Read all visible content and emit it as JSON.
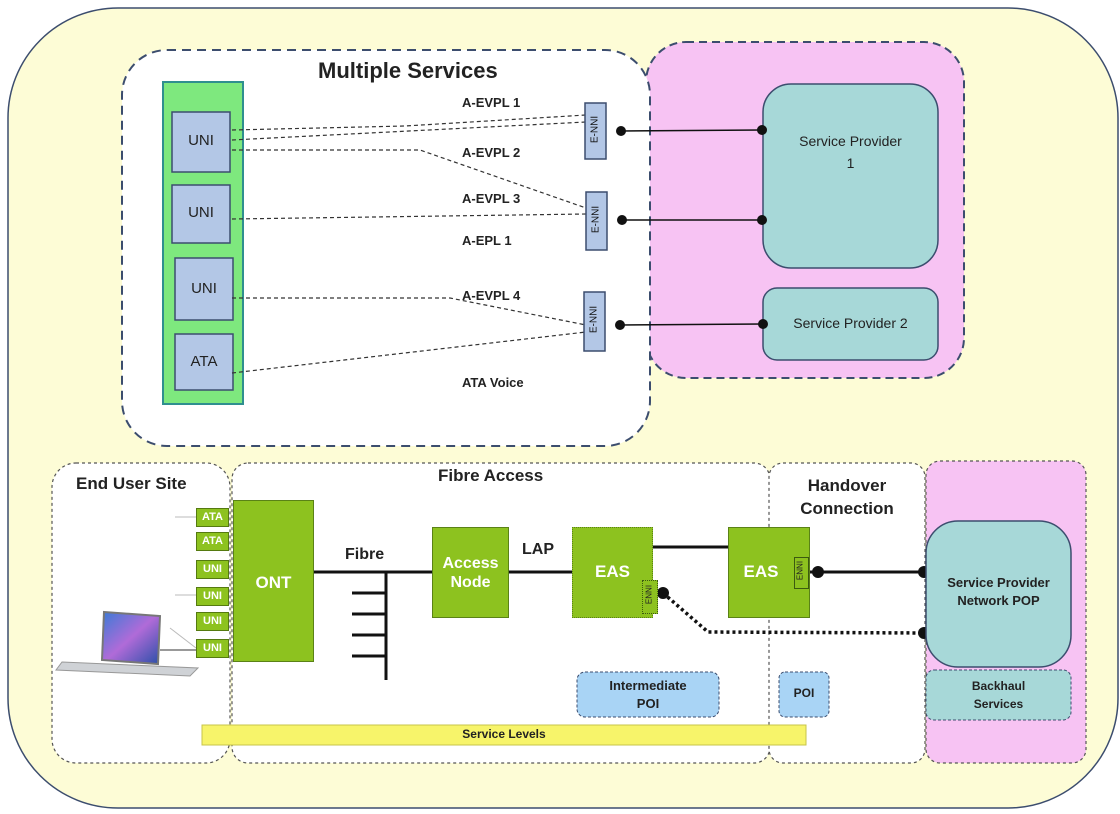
{
  "top": {
    "title": "Multiple Services",
    "uni_labels": [
      "UNI",
      "UNI",
      "UNI"
    ],
    "ata_label": "ATA",
    "links": [
      {
        "label": "A-EVPL 1"
      },
      {
        "label": "A-EVPL 2"
      },
      {
        "label": "A-EVPL 3"
      },
      {
        "label": "A-EPL 1"
      },
      {
        "label": "A-EVPL 4"
      },
      {
        "label": "ATA Voice"
      }
    ],
    "enni_labels": [
      "E-NNI",
      "E-NNI",
      "E-NNI"
    ],
    "service_provider_1": "Service Provider\n1",
    "service_provider_2": "Service Provider 2"
  },
  "bottom": {
    "end_user_site": "End User Site",
    "fibre_access": "Fibre Access",
    "handover_connection": "Handover\nConnection",
    "ports": [
      "ATA",
      "ATA",
      "UNI",
      "UNI",
      "UNI",
      "UNI"
    ],
    "ont": "ONT",
    "fibre": "Fibre",
    "access_node": "Access\nNode",
    "lap": "LAP",
    "eas_1": "EAS",
    "eas_2": "EAS",
    "enni_small": "ENNI",
    "sp_network_pop": "Service Provider\nNetwork POP",
    "backhaul": "Backhaul\nServices",
    "intermediate_poi": "Intermediate\nPOI",
    "poi": "POI",
    "service_levels": "Service Levels"
  },
  "colors": {
    "background": "#fdfcd6",
    "uni_panel": "#7ee87e",
    "uni_box": "#b3c7e6",
    "sp_box": "#a7d8d8",
    "pink": "#f7c3f3",
    "green_block": "#8dc21f",
    "blue_label": "#a9d4f5",
    "yellow_bar": "#f7f46a"
  }
}
